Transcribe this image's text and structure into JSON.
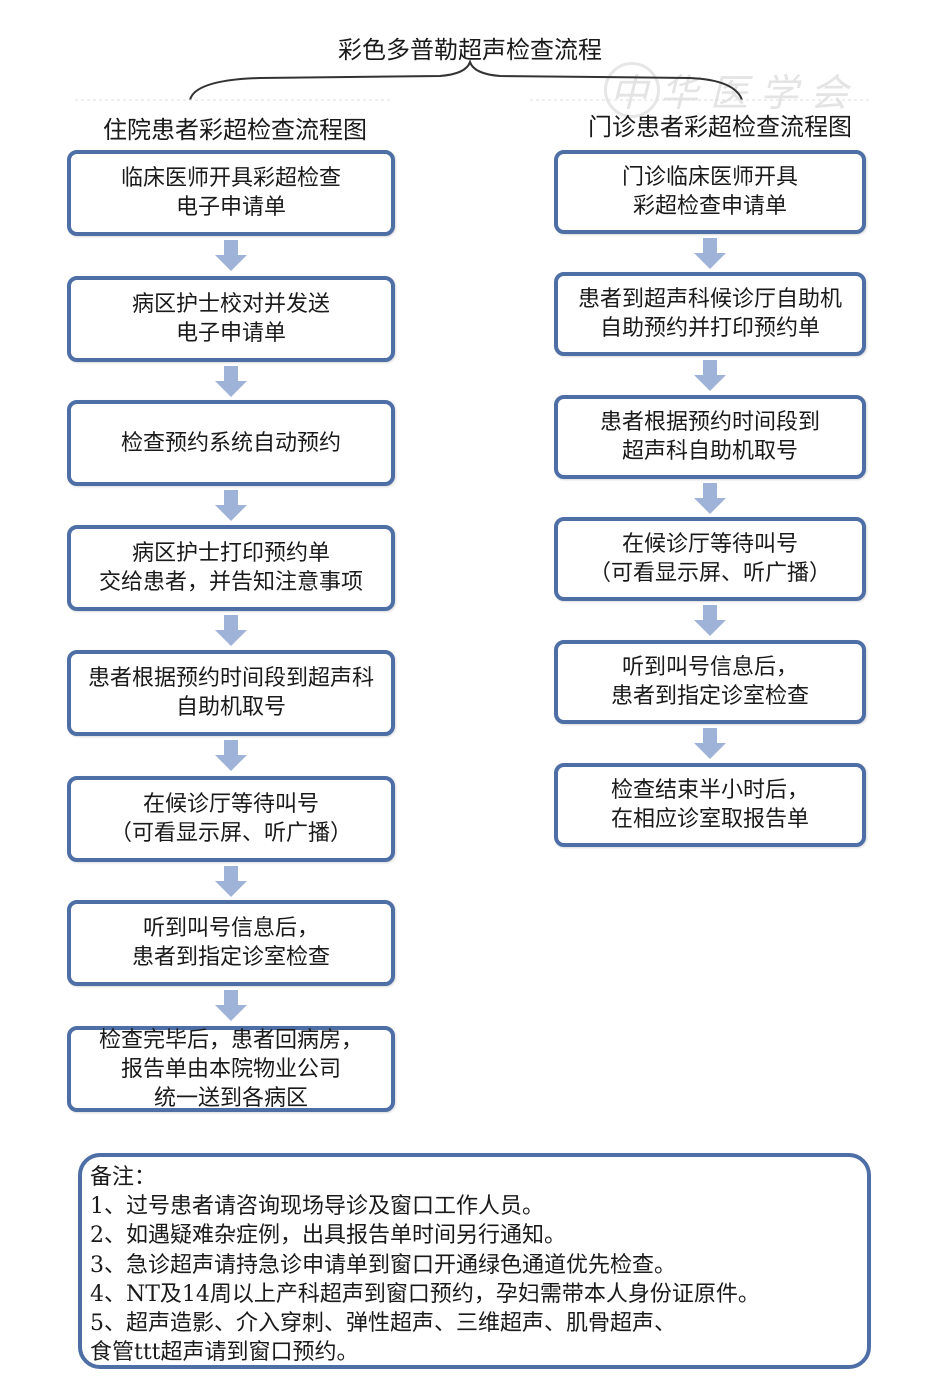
{
  "title": "彩色多普勒超声检查流程",
  "watermark": "中华医学会",
  "inpatient": {
    "title": "住院患者彩超检查流程图",
    "steps": [
      "临床医师开具彩超检查\n电子申请单",
      "病区护士校对并发送\n电子申请单",
      "检查预约系统自动预约",
      "病区护士打印预约单\n交给患者，并告知注意事项",
      "患者根据预约时间段到超声科\n自助机取号",
      "在候诊厅等待叫号\n（可看显示屏、听广播）",
      "听到叫号信息后，\n患者到指定诊室检查",
      "检查完毕后，患者回病房，\n报告单由本院物业公司\n统一送到各病区"
    ]
  },
  "outpatient": {
    "title": "门诊患者彩超检查流程图",
    "steps": [
      "门诊临床医师开具\n彩超检查申请单",
      "患者到超声科候诊厅自助机\n自助预约并打印预约单",
      "患者根据预约时间段到\n超声科自助机取号",
      "在候诊厅等待叫号\n（可看显示屏、听广播）",
      "听到叫号信息后，\n患者到指定诊室检查",
      "检查结束半小时后，\n在相应诊室取报告单"
    ]
  },
  "notes": {
    "heading": "备注：",
    "lines": [
      "1、过号患者请咨询现场导诊及窗口工作人员。",
      "2、如遇疑难杂症例，出具报告单时间另行通知。",
      "3、急诊超声请持急诊申请单到窗口开通绿色通道优先检查。",
      "4、NT及14周以上产科超声到窗口预约，孕妇需带本人身份证原件。",
      "5、超声造影、介入穿刺、弹性超声、三维超声、肌骨超声、",
      "食管ttt超声请到窗口预约。"
    ]
  },
  "colors": {
    "border": "#4d6fa6",
    "arrow": "#9fb3d8"
  }
}
